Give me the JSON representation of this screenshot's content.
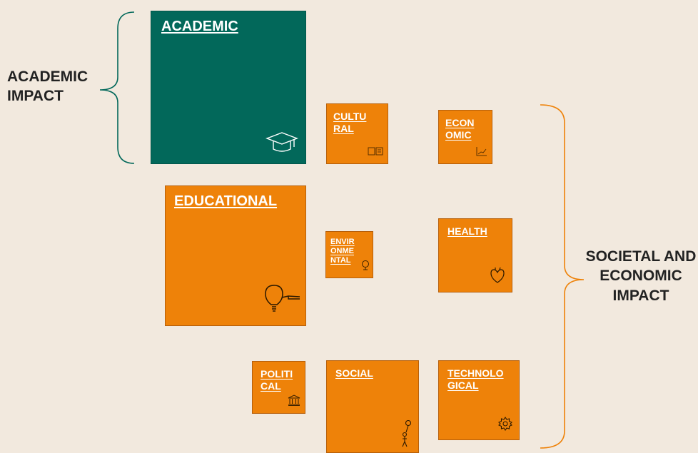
{
  "left_group": {
    "label": "ACADEMIC\nIMPACT",
    "color": "#02685a"
  },
  "right_group": {
    "label": "SOCIETAL AND\nECONOMIC\nIMPACT",
    "color": "#ee8209"
  },
  "tiles": {
    "academic": {
      "label": "ACADEMIC",
      "icon": "graduation-cap-icon"
    },
    "cultural": {
      "label": "CULTU\nRAL",
      "icon": "book-icon"
    },
    "economic": {
      "label": "ECON\nOMIC",
      "icon": "line-chart-icon"
    },
    "educational": {
      "label": "EDUCATIONAL",
      "icon": "lightbulb-icon"
    },
    "environmental": {
      "label": "ENVIR\nONME\nNTAL",
      "icon": "tree-icon"
    },
    "health": {
      "label": "HEALTH",
      "icon": "heart-icon"
    },
    "political": {
      "label": "POLITI\nCAL",
      "icon": "government-building-icon"
    },
    "social": {
      "label": "SOCIAL",
      "icon": "person-balloon-icon"
    },
    "technological": {
      "label": "TECHNOLO\nGICAL",
      "icon": "gear-icon"
    }
  },
  "colors": {
    "background": "#f2e9de",
    "orange": "#ee8209",
    "green": "#02685a",
    "text": "#222222"
  }
}
